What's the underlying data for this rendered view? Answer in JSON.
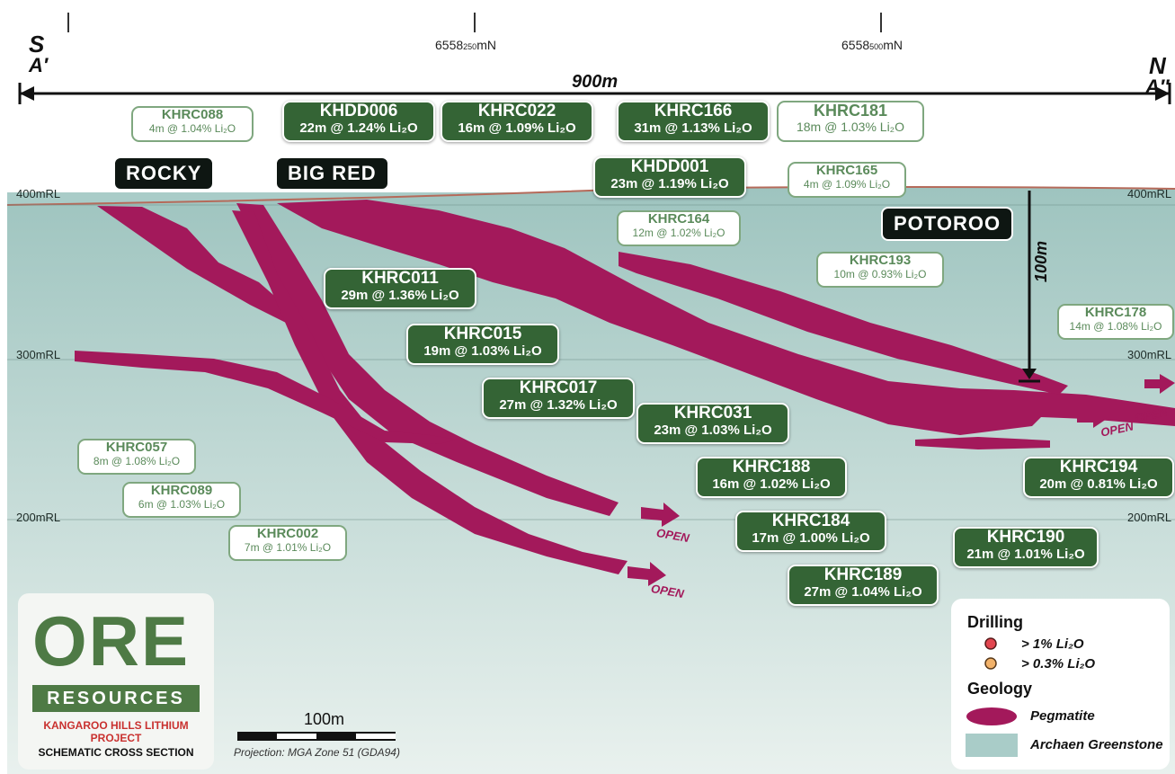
{
  "header": {
    "south_letter": "S",
    "south_label": "A′",
    "north_letter": "N",
    "north_label": "A″",
    "northing_1": "6558",
    "northing_1_sub": "250",
    "northing_1_unit": "mN",
    "northing_2": "6558",
    "northing_2_sub": "500",
    "northing_2_unit": "mN",
    "width_label": "900m"
  },
  "rl_labels": [
    "400mRL",
    "300mRL",
    "200mRL"
  ],
  "vertical_scale_label": "100m",
  "deposits": [
    "ROCKY",
    "BIG RED",
    "POTOROO"
  ],
  "open_label": "OPEN",
  "intercepts_dark": [
    {
      "hole": "KHDD006",
      "value": "22m @ 1.24% Li₂O"
    },
    {
      "hole": "KHRC022",
      "value": "16m @ 1.09% Li₂O"
    },
    {
      "hole": "KHRC166",
      "value": "31m @ 1.13% Li₂O"
    },
    {
      "hole": "KHDD001",
      "value": "23m @ 1.19% Li₂O"
    },
    {
      "hole": "KHRC011",
      "value": "29m @ 1.36% Li₂O"
    },
    {
      "hole": "KHRC015",
      "value": "19m @ 1.03% Li₂O"
    },
    {
      "hole": "KHRC017",
      "value": "27m @ 1.32% Li₂O"
    },
    {
      "hole": "KHRC031",
      "value": "23m @ 1.03% Li₂O"
    }
  ],
  "intercepts_light": [
    {
      "hole": "KHRC088",
      "value": "4m @ 1.04% Li₂O"
    },
    {
      "hole": "KHRC181",
      "value": "18m @ 1.03% Li₂O"
    },
    {
      "hole": "KHRC165",
      "value": "4m @ 1.09% Li₂O"
    },
    {
      "hole": "KHRC164",
      "value": "12m @ 1.02% Li₂O"
    },
    {
      "hole": "KHRC193",
      "value": "10m @ 0.93% Li₂O"
    },
    {
      "hole": "KHRC178",
      "value": "14m @ 1.08% Li₂O"
    },
    {
      "hole": "KHRC057",
      "value": "8m @ 1.08% Li₂O"
    },
    {
      "hole": "KHRC089",
      "value": "6m @ 1.03% Li₂O"
    },
    {
      "hole": "KHRC002",
      "value": "7m @ 1.01% Li₂O"
    }
  ],
  "intercepts_dark_lower": [
    {
      "hole": "KHRC188",
      "value": "16m @ 1.02% Li₂O"
    },
    {
      "hole": "KHRC184",
      "value": "17m @ 1.00% Li₂O"
    },
    {
      "hole": "KHRC189",
      "value": "27m @ 1.04% Li₂O"
    },
    {
      "hole": "KHRC194",
      "value": "20m @ 0.81% Li₂O"
    },
    {
      "hole": "KHRC190",
      "value": "21m @ 1.01% Li₂O"
    }
  ],
  "logo": {
    "brand": "ORE",
    "sub": "RESOURCES",
    "project_line1": "KANGAROO HILLS LITHIUM",
    "project_line2": "PROJECT",
    "project_line3": "SCHEMATIC CROSS SECTION"
  },
  "scale": {
    "label": "100m",
    "projection": "Projection: MGA Zone 51 (GDA94)"
  },
  "legend": {
    "drilling_title": "Drilling",
    "drill_high": "> 1% Li₂O",
    "drill_low": "> 0.3% Li₂O",
    "geology_title": "Geology",
    "pegmatite": "Pegmatite",
    "greenstone": "Archaen Greenstone"
  },
  "colors": {
    "greenstone": "#a9ccc8",
    "pegmatite": "#a3195b",
    "intercept_box": "#346435",
    "header_bar": "#ffffff",
    "drill_high": "#e2454f",
    "drill_low": "#f2b26a"
  }
}
